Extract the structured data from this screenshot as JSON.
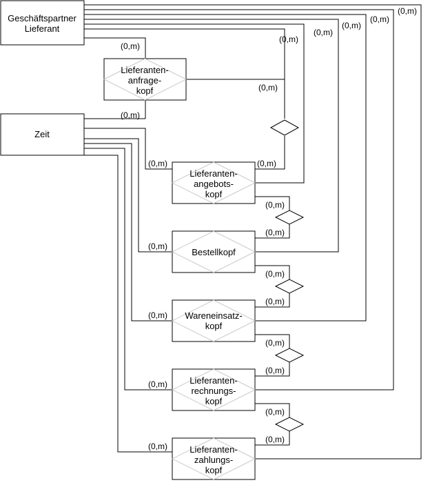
{
  "entities": {
    "partner": [
      "Geschäftspartner",
      "Lieferant"
    ],
    "zeit": [
      "Zeit"
    ],
    "anfrage": [
      "Lieferanten-",
      "anfrage-",
      "kopf"
    ],
    "angebot": [
      "Lieferanten-",
      "angebots-",
      "kopf"
    ],
    "bestell": [
      "Bestellkopf"
    ],
    "waren": [
      "Wareneinsatz-",
      "kopf"
    ],
    "rechnung": [
      "Lieferanten-",
      "rechnungs-",
      "kopf"
    ],
    "zahlung": [
      "Lieferanten-",
      "zahlungs-",
      "kopf"
    ]
  },
  "cardinality": "(0,m)"
}
